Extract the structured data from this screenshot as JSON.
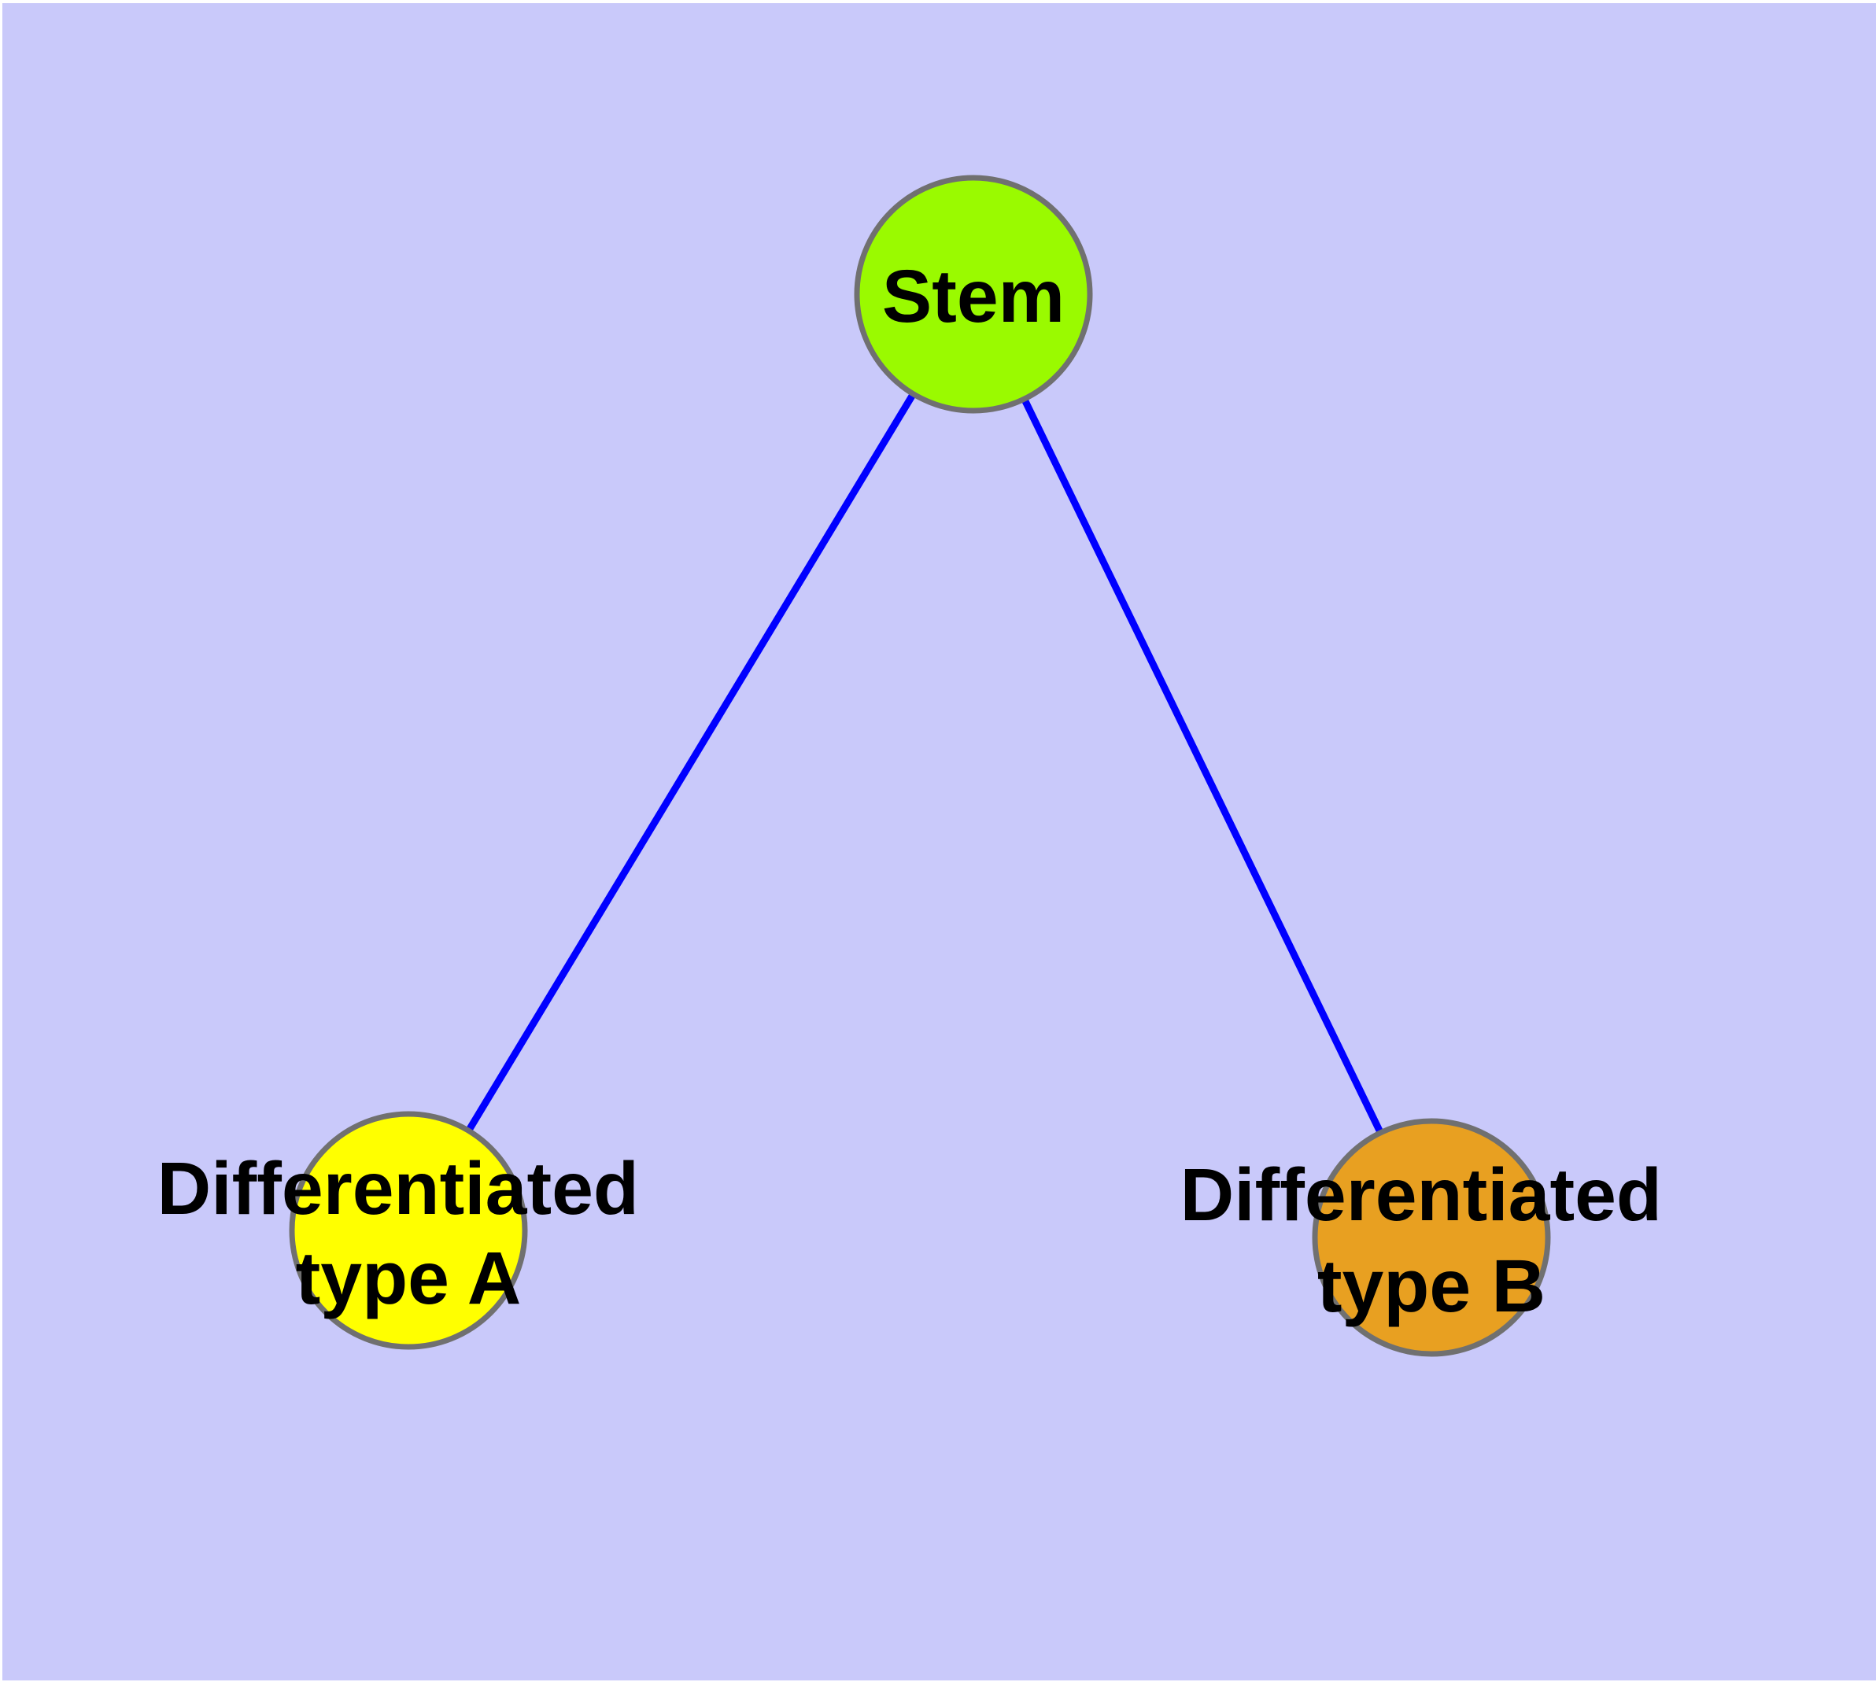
{
  "diagram": {
    "type": "node-link-graph",
    "description": "Cell differentiation diagram: a stem node connected to two differentiated type nodes"
  },
  "colors": {
    "background": "#c9c9fa",
    "frame": "#ffffff",
    "edge": "#0000ff",
    "node_border": "#707070",
    "label_text": "#000000",
    "stem_fill": "#9afa00",
    "type_a_fill": "#ffff00",
    "type_b_fill": "#e8a021"
  },
  "nodes": {
    "stem": {
      "label": "Stem",
      "color": "#9afa00"
    },
    "type_a": {
      "label": "Differentiated type A",
      "line1": "Differentiated",
      "line2": "type A",
      "color": "#ffff00"
    },
    "type_b": {
      "label": "Differentiated type B",
      "line1": "Differentiated",
      "line2": "type B",
      "color": "#e8a021"
    }
  },
  "edges": [
    {
      "from": "Stem",
      "to": "Differentiated type A"
    },
    {
      "from": "Stem",
      "to": "Differentiated type B"
    }
  ]
}
